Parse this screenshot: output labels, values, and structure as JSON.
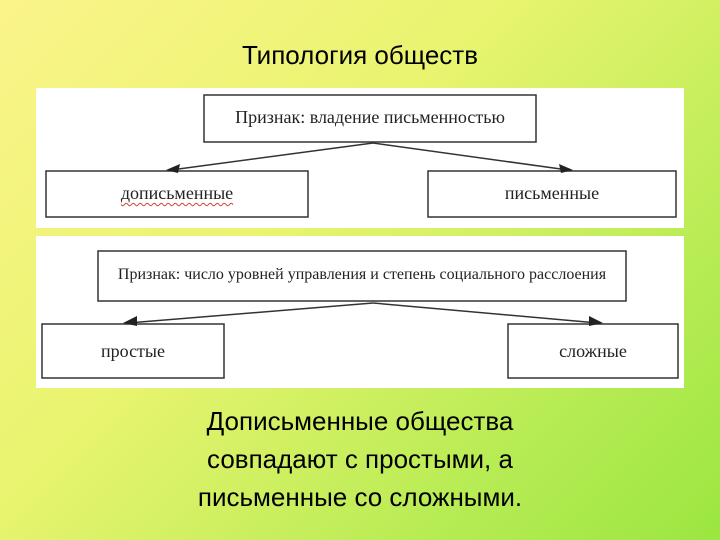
{
  "title": "Типология обществ",
  "diagram1": {
    "criterion": "Признак: владение письменностью",
    "left": "дописьменные",
    "right": "письменные"
  },
  "diagram2": {
    "criterion": "Признак: число уровней управления и степень социального расслоения",
    "left": "простые",
    "right": "сложные"
  },
  "caption": {
    "line1": "Дописьменные общества",
    "line2": "совпадают с простыми, а",
    "line3": "письменные со сложными."
  }
}
